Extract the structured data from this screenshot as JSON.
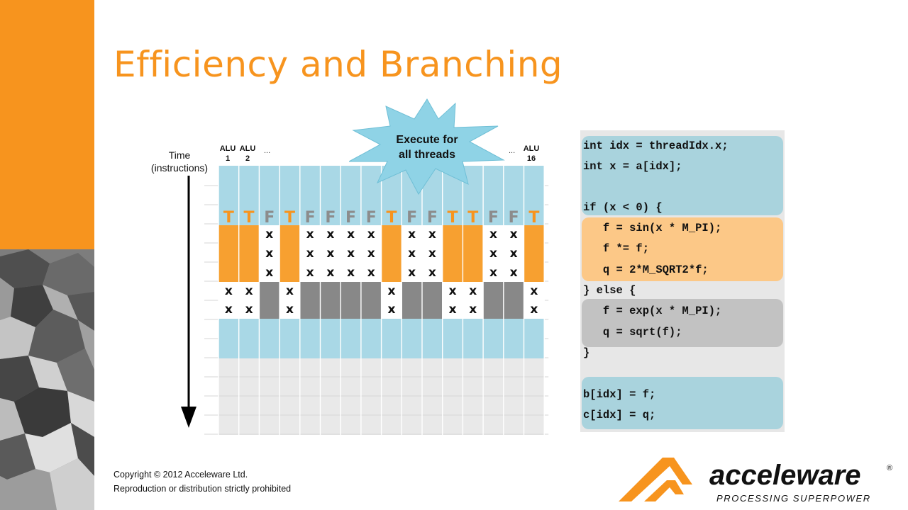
{
  "slide": {
    "title": "Efficiency and Branching"
  },
  "diagram": {
    "time_label_line1": "Time",
    "time_label_line2": "(instructions)",
    "alu_headers": [
      {
        "line1": "ALU",
        "line2": "1"
      },
      {
        "line1": "ALU",
        "line2": "2"
      },
      {
        "line1": "ALU",
        "line2": "16"
      }
    ],
    "ellipsis": "...",
    "callout_line1": "Execute for",
    "callout_line2": "all threads",
    "branch_pattern": [
      "T",
      "T",
      "F",
      "T",
      "F",
      "F",
      "F",
      "F",
      "T",
      "F",
      "F",
      "T",
      "T",
      "F",
      "F",
      "T"
    ],
    "colors": {
      "light_blue": "#a9d8e6",
      "orange": "#f7a030",
      "gray_block": "#888888",
      "light_gray": "#e9e9e9",
      "t_marker": "#f7941e",
      "f_marker": "#8c8c8c",
      "callout_fill": "#8fd3e6"
    }
  },
  "code": {
    "lines": [
      "int idx = threadIdx.x;",
      "int x = a[idx];",
      "",
      "if (x < 0) {",
      "   f = sin(x * M_PI);",
      "   f *= f;",
      "   q = 2*M_SQRT2*f;",
      "} else {",
      "   f = exp(x * M_PI);",
      "   q = sqrt(f);",
      "}",
      "",
      "b[idx] = f;",
      "c[idx] = q;"
    ],
    "colors": {
      "blue_block": "#a9d3dd",
      "orange_block": "#fcc887",
      "gray_block": "#c2c2c2",
      "panel_bg": "#e7e7e7"
    }
  },
  "footer": {
    "copyright_line1": "Copyright  © 2012 Acceleware Ltd.",
    "copyright_line2": "Reproduction  or distribution  strictly prohibited"
  },
  "logo": {
    "name": "acceleware",
    "registered": "®",
    "tagline": "PROCESSING SUPERPOWER",
    "brand_color": "#f7941e"
  }
}
